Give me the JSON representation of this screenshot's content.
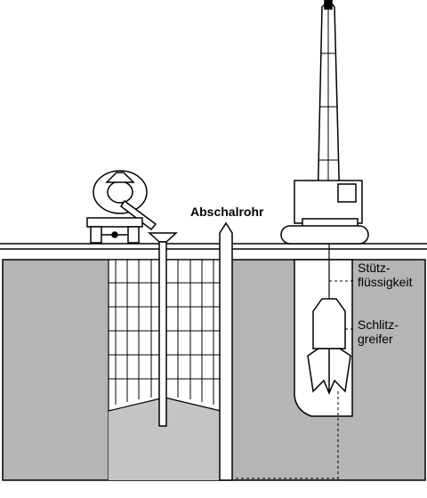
{
  "labels": {
    "pipe": "Abschalrohr",
    "fluid_line1": "Stütz-",
    "fluid_line2": "flüssigkeit",
    "grab_line1": "Schlitz-",
    "grab_line2": "greifer"
  },
  "colors": {
    "soil": "#b5b5b5",
    "trench_fill": "#c9c9c9",
    "line": "#000000",
    "background": "#ffffff"
  }
}
